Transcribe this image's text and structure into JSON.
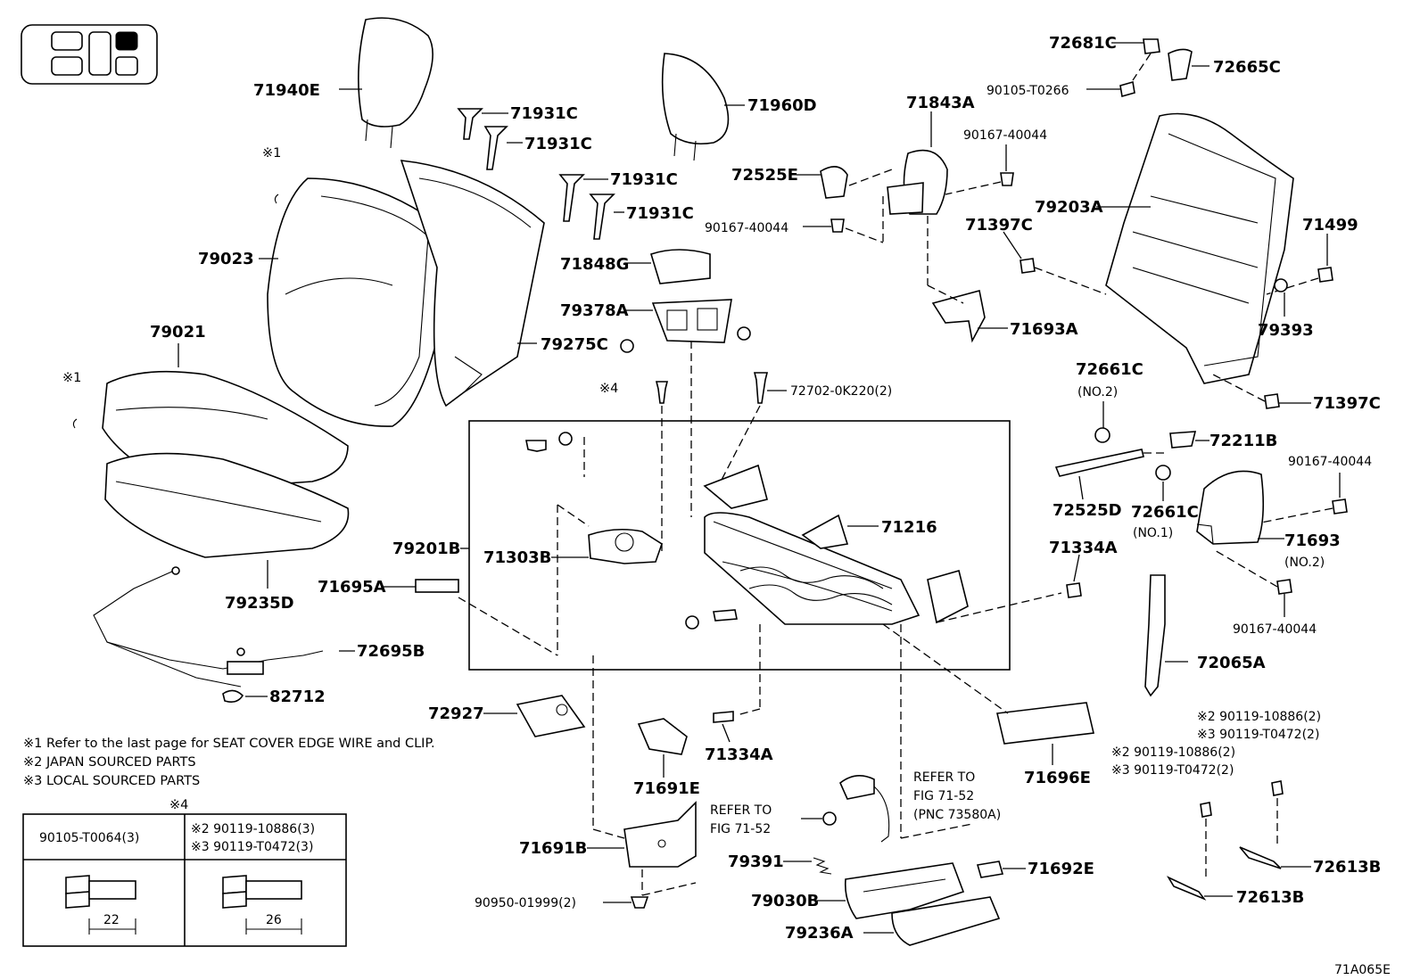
{
  "callouts": {
    "c71940E": "71940E",
    "c71931C_a": "71931C",
    "c71931C_b": "71931C",
    "c71931C_c": "71931C",
    "c71931C_d": "71931C",
    "c71960D": "71960D",
    "c71843A": "71843A",
    "c72681C": "72681C",
    "c72665C": "72665C",
    "c90105T0266": "90105-T0266",
    "c90167_a": "90167-40044",
    "c72525E": "72525E",
    "c90167_b": "90167-40044",
    "c79203A": "79203A",
    "c71397C_a": "71397C",
    "c71499": "71499",
    "c79023": "79023",
    "c71848G": "71848G",
    "c79378A": "79378A",
    "c79275C": "79275C",
    "c71693A": "71693A",
    "c79393": "79393",
    "c79021": "79021",
    "c72702": "72702-0K220(2)",
    "c71397C_b": "71397C",
    "c72661C_no2": "72661C",
    "c72211B": "72211B",
    "c90167_c": "90167-40044",
    "c72525D": "72525D",
    "c72661C_no1": "72661C",
    "c71693": "71693",
    "c71216": "71216",
    "c79201B": "79201B",
    "c71303B": "71303B",
    "c71334A_a": "71334A",
    "c71695A": "71695A",
    "c79235D": "79235D",
    "c90167_d": "90167-40044",
    "c72695B": "72695B",
    "c72065A": "72065A",
    "c82712": "82712",
    "c72927": "72927",
    "c71334A_b": "71334A",
    "c71691E": "71691E",
    "c71696E": "71696E",
    "c71691B": "71691B",
    "c79391": "79391",
    "c71692E": "71692E",
    "c79030B": "79030B",
    "c90950": "90950-01999(2)",
    "c79236A": "79236A",
    "c72613B_a": "72613B",
    "c72613B_b": "72613B"
  },
  "sub": {
    "no2_a": "(NO.2)",
    "no1": "(NO.1)",
    "no2_b": "(NO.2)"
  },
  "marks": {
    "m1_a": "※1",
    "m1_b": "※1",
    "m4": "※4",
    "m4_table": "※4"
  },
  "refer": {
    "a_line1": "REFER TO",
    "a_line2": "FIG 71-52",
    "b_line1": "REFER TO",
    "b_line2": "FIG 71-52",
    "b_line3": "(PNC 73580A)"
  },
  "bolt_notes": {
    "right_1": "※2 90119-10886(2)",
    "right_2": "※3 90119-T0472(2)",
    "mid_1": "※2 90119-10886(2)",
    "mid_2": "※3 90119-T0472(2)"
  },
  "notes": [
    "※1  Refer to the last page for SEAT COVER EDGE WIRE and CLIP.",
    "※2  JAPAN SOURCED PARTS",
    "※3  LOCAL SOURCED PARTS"
  ],
  "table": {
    "col1_header": "90105-T0064(3)",
    "col2_header_1": "※2 90119-10886(3)",
    "col2_header_2": "※3 90119-T0472(3)",
    "col1_dim": "22",
    "col2_dim": "26"
  },
  "figure_code": "71A065E"
}
